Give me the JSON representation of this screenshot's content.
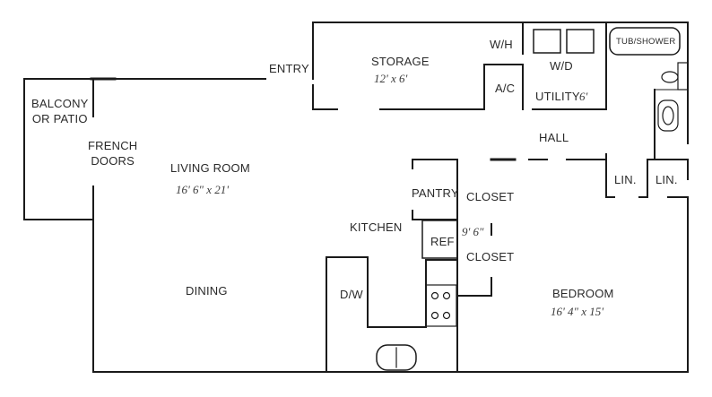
{
  "rooms": {
    "entry": "ENTRY",
    "storage": "STORAGE",
    "storage_dim": "12' x 6'",
    "wh": "W/H",
    "wd": "W/D",
    "tub_shower": "TUB/SHOWER",
    "ac": "A/C",
    "utility": "UTILITY",
    "utility_dim": "6'",
    "balcony_line1": "BALCONY",
    "balcony_line2": "OR PATIO",
    "french_line1": "FRENCH",
    "french_line2": "DOORS",
    "living_room": "LIVING ROOM",
    "living_dim": "16' 6\" x 21'",
    "hall": "HALL",
    "pantry": "PANTRY",
    "closet_upper": "CLOSET",
    "closet_dim": "9' 6\"",
    "closet_lower": "CLOSET",
    "lin_left": "LIN.",
    "lin_right": "LIN.",
    "kitchen": "KITCHEN",
    "ref": "REF",
    "dining": "DINING",
    "dw": "D/W",
    "bedroom": "BEDROOM",
    "bedroom_dim": "16' 4\" x 15'"
  }
}
